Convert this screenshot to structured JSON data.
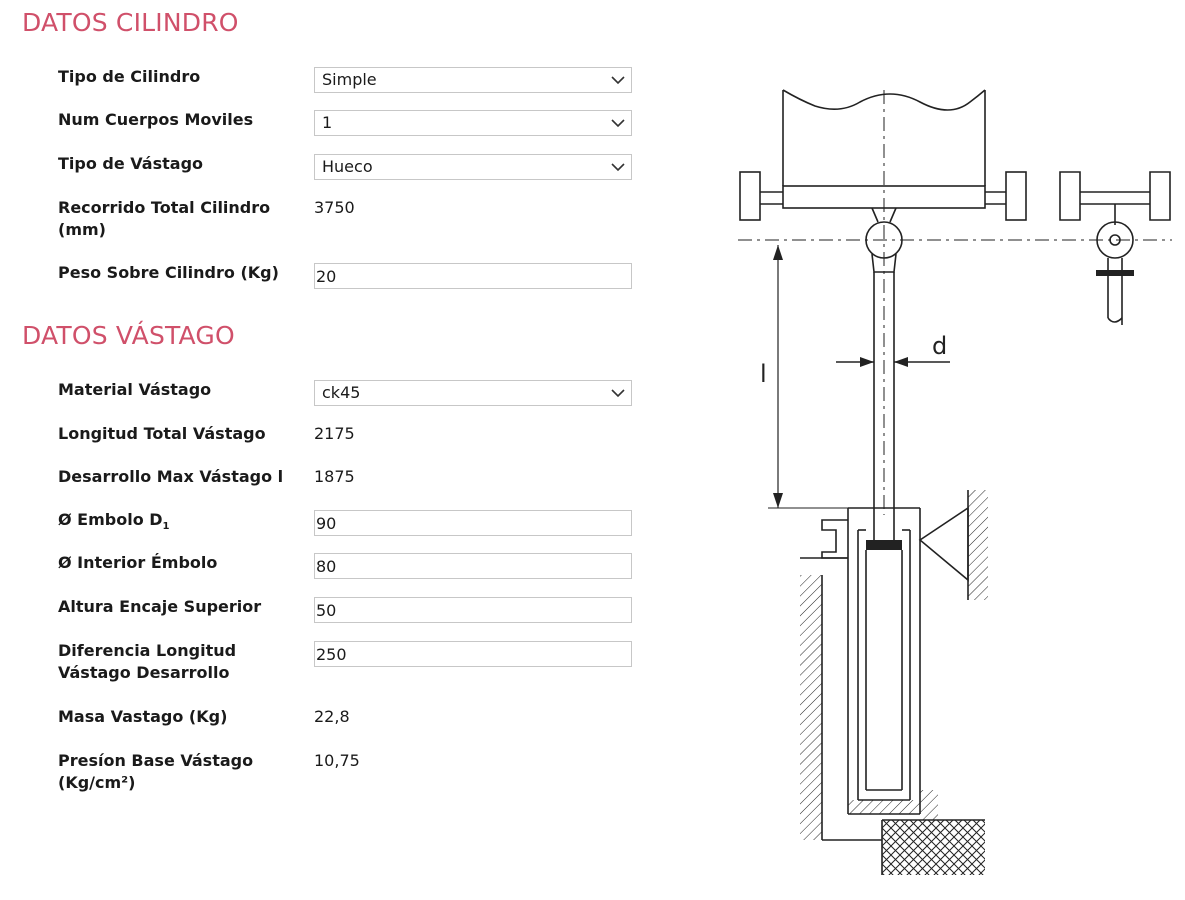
{
  "theme": {
    "accent": "#d0506a"
  },
  "cilindro": {
    "title": "DATOS CILINDRO",
    "tipo_cilindro": {
      "label": "Tipo de Cilindro",
      "selected": "Simple"
    },
    "num_cuerpos": {
      "label": "Num Cuerpos Moviles",
      "selected": "1"
    },
    "tipo_vastago": {
      "label": "Tipo de Vástago",
      "selected": "Hueco"
    },
    "recorrido": {
      "label": "Recorrido Total Cilindro (mm)",
      "value": "3750"
    },
    "peso": {
      "label": "Peso Sobre Cilindro (Kg)",
      "value": "20"
    }
  },
  "vastago": {
    "title": "DATOS VÁSTAGO",
    "material": {
      "label": "Material Vástago",
      "selected": "ck45"
    },
    "longitud_total": {
      "label": "Longitud Total Vástago",
      "value": "2175"
    },
    "desarrollo_max": {
      "label": "Desarrollo Max Vástago l",
      "value": "1875"
    },
    "embolo_d1": {
      "label": "Ø Embolo D",
      "sub": "1",
      "value": "90"
    },
    "interior_embolo": {
      "label": "Ø Interior Émbolo",
      "value": "80"
    },
    "altura_encaje": {
      "label": "Altura Encaje Superior",
      "value": "50"
    },
    "diferencia": {
      "label": "Diferencia Longitud Vástago Desarrollo",
      "value": "250"
    },
    "masa": {
      "label": "Masa Vastago (Kg)",
      "value": "22,8"
    },
    "presion": {
      "label": "Presíon Base Vástago (Kg/cm²)",
      "value": "10,75"
    }
  },
  "diagram": {
    "label_d": "d",
    "label_l": "l",
    "icons": [
      "chevron-down-icon"
    ]
  }
}
